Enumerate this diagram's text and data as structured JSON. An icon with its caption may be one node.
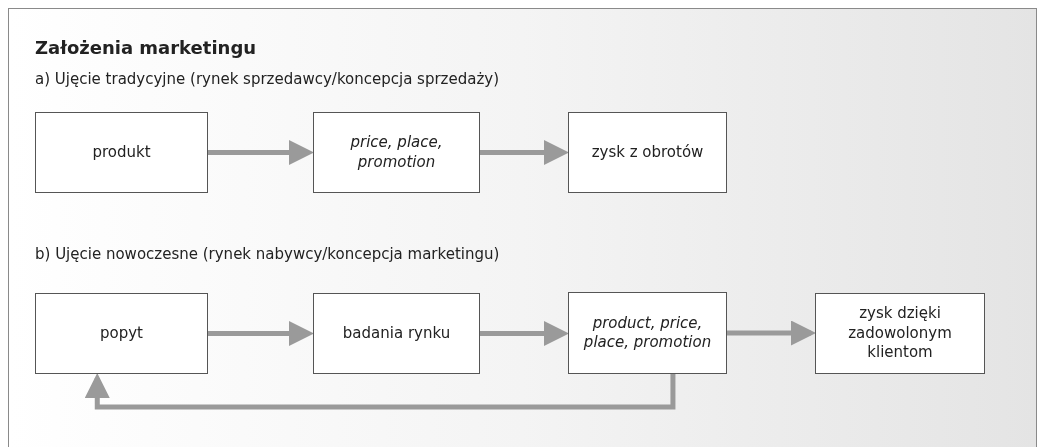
{
  "diagram": {
    "title": "Założenia marketingu",
    "nodes": [
      {
        "text": [
          "produkt"
        ]
      },
      {
        "text": [
          "price, place, promotion"
        ]
      },
      {
        "text": [
          "zysk z obrotów"
        ]
      },
      {
        "text": [
          "popyt"
        ]
      },
      {
        "text": [
          "badania rynku"
        ]
      },
      {
        "text": [
          "product, price, place, promotion"
        ]
      },
      {
        "text": [
          "zysk dzięki zadowolonym klientom"
        ]
      }
    ],
    "edges": [
      {
        "from": 0,
        "to": 1,
        "arrow": "to"
      },
      {
        "from": 1,
        "to": 2,
        "arrow": "to"
      },
      {
        "from": 3,
        "to": 4,
        "arrow": "to"
      },
      {
        "from": 4,
        "to": 5,
        "arrow": "to"
      },
      {
        "from": 5,
        "to": 6,
        "arrow": "to"
      },
      {
        "from": 5,
        "to": 3,
        "arrow": "to"
      }
    ],
    "labels": [
      "a) Ujęcie tradycyjne (rynek sprzedawcy/koncepcja sprzedaży)",
      "b) Ujęcie nowoczesne (rynek nabywcy/koncepcja marketingu)"
    ]
  }
}
